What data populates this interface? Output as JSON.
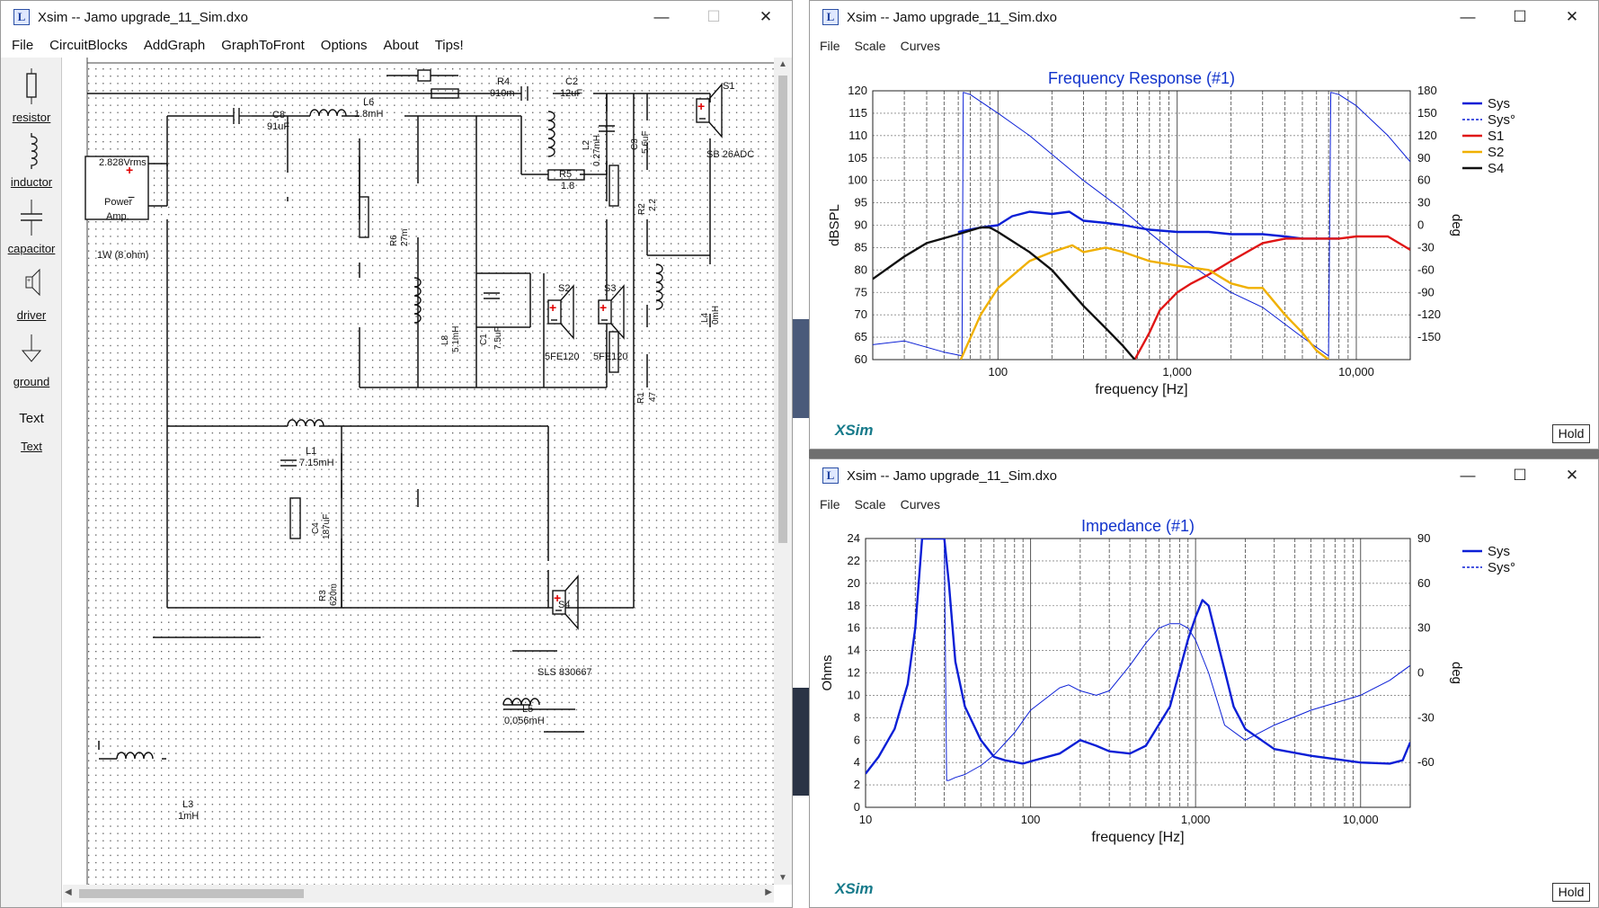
{
  "schematic_window": {
    "title": "Xsim -- Jamo upgrade_11_Sim.dxo",
    "menu": [
      "File",
      "CircuitBlocks",
      "AddGraph",
      "GraphToFront",
      "Options",
      "About",
      "Tips!"
    ],
    "tools": [
      {
        "label": "resistor",
        "icon": "resistor-icon"
      },
      {
        "label": "inductor",
        "icon": "inductor-icon"
      },
      {
        "label": "capacitor",
        "icon": "capacitor-icon"
      },
      {
        "label": "driver",
        "icon": "driver-icon"
      },
      {
        "label": "ground",
        "icon": "ground-icon"
      },
      {
        "label": "Text",
        "icon": "text-icon",
        "glyph": "Text"
      }
    ],
    "components": {
      "amp_voltage": "2.828Vrms",
      "amp_label1": "Power",
      "amp_label2": "Amp.",
      "amp_rating": "1W (8 ohm)",
      "C8_name": "C8",
      "C8_val": "91uF",
      "L6_name": "L6",
      "L6_val": "1.8mH",
      "R4_name": "R4",
      "R4_val": "910m",
      "C2_name": "C2",
      "C2_val": "12uF",
      "S1_name": "S1",
      "S1_model": "SB 26ADC",
      "L2_name": "L2",
      "L2_val": "0.27mH",
      "C3_name": "C3",
      "C3_val": "5.6uF",
      "R2_name": "R2",
      "R2_val": "2.2",
      "R5_name": "R5",
      "R5_val": "1.8",
      "R6_name": "R6",
      "R6_val": "27m",
      "L8_name": "L8",
      "L8_val": "5.1mH",
      "C1_name": "C1",
      "C1_val": "7.5uF",
      "S2_name": "S2",
      "S2_model": "5FE120",
      "S3_name": "S3",
      "S3_model": "5FE120",
      "L4_name": "L4",
      "L4_val": "0mH",
      "R1_name": "R1",
      "R1_val": "47",
      "L1_name": "L1",
      "L1_val": "7.15mH",
      "C4_name": "C4",
      "C4_val": "187uF",
      "R3_name": "R3",
      "R3_val": "620m",
      "S4_name": "S4",
      "S4_model": "SLS 830667",
      "L5_name": "L5",
      "L5_val": "0.056mH",
      "L3_name": "L3",
      "L3_val": "1mH"
    }
  },
  "freq_window": {
    "title": "Xsim -- Jamo upgrade_11_Sim.dxo",
    "menu": [
      "File",
      "Scale",
      "Curves"
    ],
    "hold_label": "Hold",
    "brand": "XSim"
  },
  "imp_window": {
    "title": "Xsim -- Jamo upgrade_11_Sim.dxo",
    "menu": [
      "File",
      "Scale",
      "Curves"
    ],
    "hold_label": "Hold",
    "brand": "XSim"
  },
  "colors": {
    "sys": "#0b1fd6",
    "s1": "#e01515",
    "s2": "#f0b000",
    "s4": "#111111",
    "title_blue": "#1133cc",
    "brand": "#167a8a"
  },
  "chart_data": [
    {
      "type": "line",
      "title": "Frequency Response (#1)",
      "xlabel": "frequency [Hz]",
      "ylabel": "dBSPL",
      "y2label": "deg",
      "xscale": "log",
      "xlim": [
        20,
        20000
      ],
      "ylim": [
        60,
        120
      ],
      "y2lim": [
        -180,
        180
      ],
      "x_tick_labels": [
        "100",
        "1,000",
        "10,000"
      ],
      "y_ticks": [
        60,
        65,
        70,
        75,
        80,
        85,
        90,
        95,
        100,
        105,
        110,
        115,
        120
      ],
      "y2_ticks": [
        -150,
        -120,
        -90,
        -60,
        -30,
        0,
        30,
        60,
        90,
        120,
        150,
        180
      ],
      "legend": [
        "Sys",
        "Sys°",
        "S1",
        "S2",
        "S4"
      ],
      "legend_position": "right",
      "series": [
        {
          "name": "Sys",
          "axis": "left",
          "style": "solid",
          "x": [
            60,
            80,
            100,
            120,
            150,
            200,
            250,
            300,
            400,
            500,
            700,
            1000,
            1500,
            2000,
            3000,
            4000,
            5000,
            6000,
            8000
          ],
          "y": [
            88.5,
            89.5,
            90,
            92,
            93,
            92.5,
            93,
            91,
            90.5,
            90,
            89,
            88.5,
            88.5,
            88,
            88,
            87.5,
            87,
            87,
            87
          ]
        },
        {
          "name": "Sys°",
          "axis": "right",
          "style": "thin",
          "x": [
            20,
            30,
            50,
            63,
            64,
            70,
            100,
            150,
            200,
            300,
            500,
            700,
            1000,
            1500,
            2000,
            3000,
            5000,
            7000,
            7200,
            8000,
            10000,
            15000,
            20000
          ],
          "y": [
            -160,
            -155,
            -170,
            -175,
            178,
            175,
            150,
            120,
            95,
            60,
            20,
            -10,
            -40,
            -70,
            -90,
            -110,
            -150,
            -175,
            178,
            175,
            160,
            120,
            85
          ]
        },
        {
          "name": "S1",
          "axis": "left",
          "style": "solid",
          "x": [
            580,
            700,
            800,
            1000,
            1200,
            1500,
            2000,
            3000,
            4000,
            5000,
            8000,
            10000,
            15000,
            20000
          ],
          "y": [
            60,
            66,
            71,
            75,
            77,
            79,
            82,
            86,
            87,
            87,
            87,
            87.5,
            87.5,
            84.5
          ]
        },
        {
          "name": "S2",
          "axis": "left",
          "style": "solid",
          "x": [
            62,
            80,
            100,
            150,
            200,
            260,
            300,
            400,
            500,
            700,
            1000,
            1500,
            2000,
            2500,
            3000,
            4000,
            5000,
            6000,
            7000
          ],
          "y": [
            60,
            70,
            76,
            82,
            84,
            85.5,
            84,
            85,
            84,
            82,
            81,
            80,
            77,
            76,
            76,
            70,
            66,
            62,
            60
          ]
        },
        {
          "name": "S4",
          "axis": "left",
          "style": "solid",
          "x": [
            20,
            30,
            40,
            60,
            80,
            90,
            100,
            150,
            200,
            300,
            400,
            500,
            580
          ],
          "y": [
            78,
            83,
            86,
            88,
            89.5,
            89.5,
            88.5,
            84,
            80,
            72,
            67,
            63,
            60
          ]
        }
      ]
    },
    {
      "type": "line",
      "title": "Impedance (#1)",
      "xlabel": "frequency [Hz]",
      "ylabel": "Ohms",
      "y2label": "deg",
      "xscale": "log",
      "xlim": [
        10,
        20000
      ],
      "ylim": [
        0,
        24
      ],
      "y2lim": [
        -90,
        90
      ],
      "x_tick_labels": [
        "10",
        "100",
        "1,000",
        "10,000"
      ],
      "y_ticks": [
        0,
        2,
        4,
        6,
        8,
        10,
        12,
        14,
        16,
        18,
        20,
        22,
        24
      ],
      "y2_ticks": [
        -60,
        -30,
        0,
        30,
        60,
        90
      ],
      "legend": [
        "Sys",
        "Sys°"
      ],
      "legend_position": "right",
      "series": [
        {
          "name": "Sys",
          "axis": "left",
          "style": "solid",
          "x": [
            10,
            12,
            15,
            18,
            20,
            22,
            24,
            26,
            28,
            30,
            32,
            35,
            40,
            50,
            60,
            70,
            90,
            100,
            150,
            200,
            250,
            300,
            400,
            500,
            700,
            900,
            1000,
            1100,
            1200,
            1400,
            1700,
            2000,
            3000,
            5000,
            10000,
            15000,
            18000,
            20000
          ],
          "y": [
            3,
            4.5,
            7,
            11,
            16,
            24,
            24,
            24,
            24,
            24,
            20,
            13,
            9,
            6,
            4.5,
            4.2,
            3.9,
            4.1,
            4.8,
            6,
            5.5,
            5,
            4.8,
            5.5,
            9,
            15,
            17,
            18.5,
            18,
            14,
            9,
            7,
            5.2,
            4.6,
            4,
            3.9,
            4.2,
            5.8
          ]
        },
        {
          "name": "Sys°",
          "axis": "right",
          "style": "thin",
          "x": [
            20,
            25,
            28,
            29,
            30,
            31,
            32,
            35,
            40,
            50,
            60,
            80,
            100,
            150,
            170,
            200,
            250,
            300,
            400,
            500,
            600,
            700,
            800,
            900,
            1000,
            1200,
            1500,
            2000,
            3000,
            5000,
            10000,
            15000,
            20000
          ],
          "y": [
            90,
            90,
            90,
            90,
            90,
            -72,
            -72,
            -70,
            -68,
            -62,
            -55,
            -40,
            -25,
            -10,
            -8,
            -12,
            -15,
            -12,
            5,
            20,
            30,
            33,
            33,
            30,
            22,
            0,
            -35,
            -45,
            -35,
            -25,
            -15,
            -5,
            5
          ]
        }
      ]
    }
  ]
}
